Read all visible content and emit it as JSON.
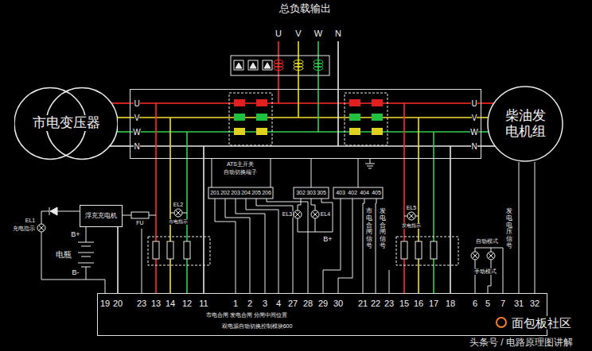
{
  "diagram": {
    "nodes": [
      {
        "text": [
          "市电变压器"
        ]
      },
      {
        "text": [
          "U",
          "V",
          "W",
          "N",
          "U",
          "V",
          "W",
          "N"
        ]
      },
      {
        "text": [
          "柴油发电机组"
        ]
      },
      {
        "text": [
          "浮充充电机"
        ]
      },
      {
        "text": [
          "市电合闸 发电合闸 分闸中间位置",
          "双电源自动切换控制模块600"
        ]
      }
    ],
    "edges": [
      {
        "from": 0,
        "to": 1,
        "arrow": "none"
      },
      {
        "from": 0,
        "to": 1,
        "arrow": "none"
      },
      {
        "from": 0,
        "to": 1,
        "arrow": "none"
      },
      {
        "from": 0,
        "to": 1,
        "arrow": "none"
      },
      {
        "from": 2,
        "to": 1,
        "arrow": "none"
      },
      {
        "from": 2,
        "to": 1,
        "arrow": "none"
      },
      {
        "from": 2,
        "to": 1,
        "arrow": "none"
      },
      {
        "from": 2,
        "to": 1,
        "arrow": "none"
      },
      {
        "from": 3,
        "to": 4,
        "arrow": "none"
      }
    ],
    "labels": [
      "总负载输出",
      "U",
      "V",
      "W",
      "N",
      "ATS主开关",
      "自动切换端子",
      "201",
      "202",
      "203",
      "204",
      "205",
      "206",
      "302",
      "303",
      "305",
      "403",
      "402",
      "404",
      "405",
      "EL3",
      "EL4",
      "B+",
      "EL2",
      "市电指示",
      "EL1",
      "充电指示",
      "FU",
      "电瓶",
      "B+",
      "B-",
      "EL5",
      "发电指示",
      "自动模式",
      "手动模式",
      "市电合闸信号",
      "发电合闸信号",
      "发电电压信号",
      "19",
      "20",
      "23",
      "13",
      "14",
      "12",
      "11",
      "1",
      "2",
      "3",
      "4",
      "27",
      "28",
      "29",
      "30",
      "21",
      "22",
      "23",
      "15",
      "16",
      "17",
      "18",
      "6",
      "5",
      "7",
      "31",
      "32",
      "头条号 / 电路原理图讲解",
      "面包板社区"
    ]
  }
}
